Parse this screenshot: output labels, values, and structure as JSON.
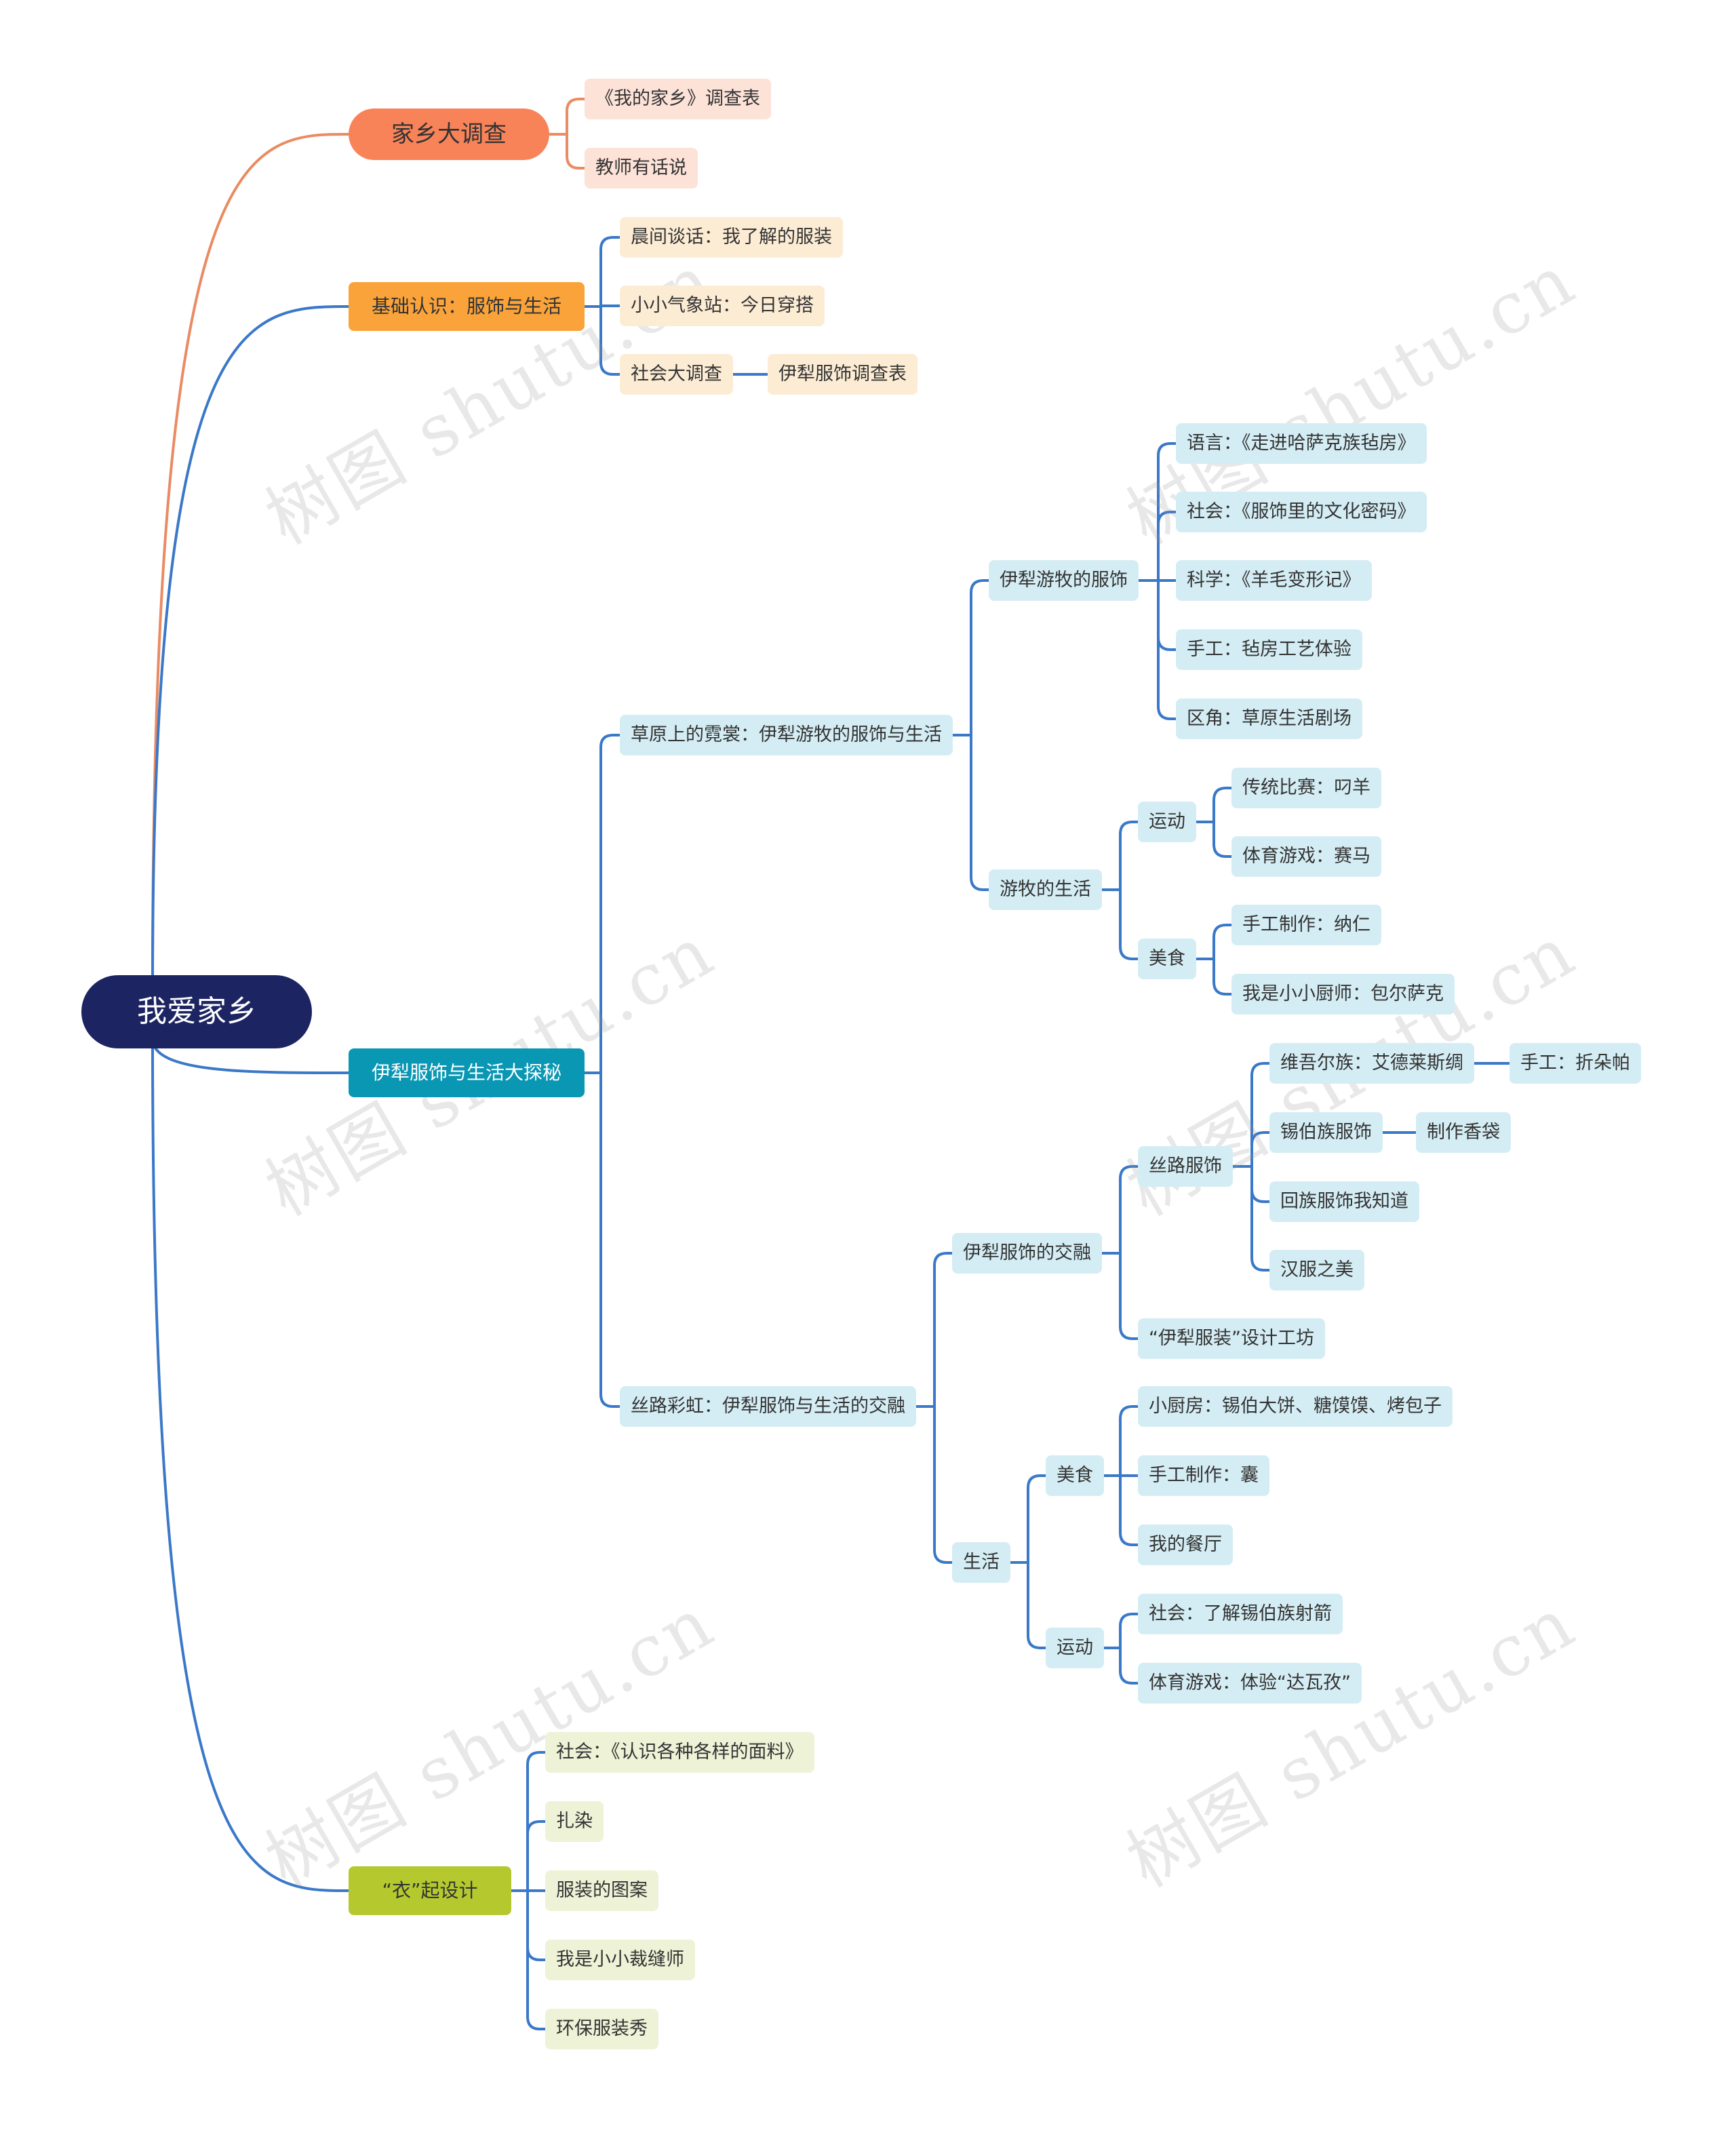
{
  "root": "我爱家乡",
  "colors": {
    "orange": "#f98359",
    "amber": "#f9a33a",
    "teal": "#0a97b4",
    "lime": "#b5c92f",
    "blue_line": "#3a78c8",
    "orange_line": "#e98b63"
  },
  "branches": {
    "survey": {
      "label": "家乡大调查",
      "children": [
        "《我的家乡》调查表",
        "教师有话说"
      ]
    },
    "basic": {
      "label": "基础认识：服饰与生活",
      "children": [
        "晨间谈话：我了解的服装",
        "小小气象站：今日穿搭",
        "社会大调查",
        "伊犁服饰调查表"
      ]
    },
    "explore": {
      "label": "伊犁服饰与生活大探秘",
      "grassland": {
        "label": "草原上的霓裳：伊犁游牧的服饰与生活",
        "nomad_dress": {
          "label": "伊犁游牧的服饰",
          "items": [
            "语言：《走进哈萨克族毡房》",
            "社会：《服饰里的文化密码》",
            "科学：《羊毛变形记》",
            "手工：毡房工艺体验",
            "区角：草原生活剧场"
          ]
        },
        "nomad_life": {
          "label": "游牧的生活",
          "sport": {
            "label": "运动",
            "items": [
              "传统比赛：叼羊",
              "体育游戏：赛马"
            ]
          },
          "food": {
            "label": "美食",
            "items": [
              "手工制作：纳仁",
              "我是小小厨师：包尔萨克"
            ]
          }
        }
      },
      "silkroad": {
        "label": "丝路彩虹：伊犁服饰与生活的交融",
        "fusion": {
          "label": "伊犁服饰的交融",
          "silk_dress": {
            "label": "丝路服饰",
            "uyghur": "维吾尔族：艾德莱斯绸",
            "uyghur_child": "手工：折朵帕",
            "xibe": "锡伯族服饰",
            "xibe_child": "制作香袋",
            "hui": "回族服饰我知道",
            "han": "汉服之美"
          },
          "workshop": "“伊犁服装”设计工坊"
        },
        "life": {
          "label": "生活",
          "food": {
            "label": "美食",
            "items": [
              "小厨房：锡伯大饼、糖馍馍、烤包子",
              "手工制作：囊",
              "我的餐厅"
            ]
          },
          "sport": {
            "label": "运动",
            "items": [
              "社会：了解锡伯族射箭",
              "体育游戏：体验“达瓦孜”"
            ]
          }
        }
      }
    },
    "design": {
      "label": "“衣”起设计",
      "children": [
        "社会：《认识各种各样的面料》",
        "扎染",
        "服装的图案",
        "我是小小裁缝师",
        "环保服装秀"
      ]
    }
  },
  "watermark": "树图 shutu.cn"
}
